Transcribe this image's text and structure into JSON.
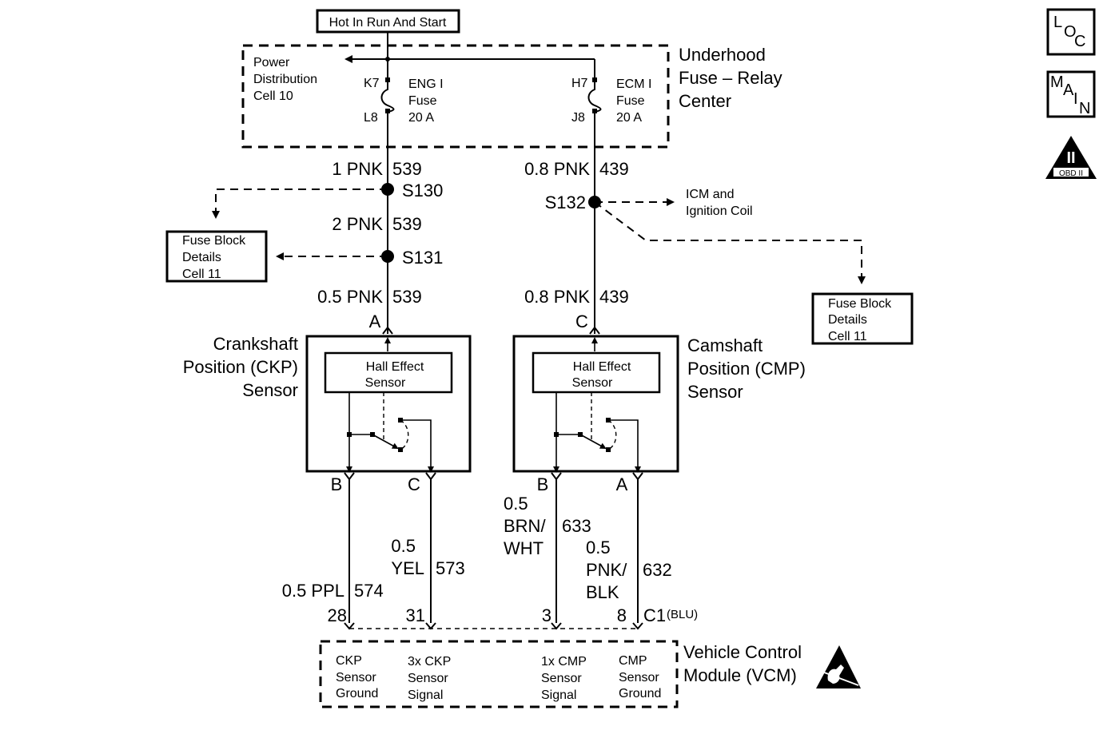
{
  "power_source": {
    "label": "Hot In Run And Start"
  },
  "fuse_relay": {
    "title": [
      "Underhood",
      "Fuse – Relay",
      "Center"
    ],
    "power_distribution": [
      "Power",
      "Distribution",
      "Cell 10"
    ],
    "eng_fuse": {
      "top_pin": "K7",
      "bottom_pin": "L8",
      "lines": [
        "ENG I",
        "Fuse",
        "20 A"
      ]
    },
    "ecm_fuse": {
      "top_pin": "H7",
      "bottom_pin": "J8",
      "lines": [
        "ECM I",
        "Fuse",
        "20 A"
      ]
    }
  },
  "icons": {
    "loc": [
      "L",
      "O",
      "C"
    ],
    "main": [
      "M",
      "A",
      "I",
      "N"
    ],
    "obd": {
      "numeral": "II",
      "label": "OBD II"
    },
    "esd": "esd-warning-icon"
  },
  "left_circuit": {
    "wire1": {
      "gauge": "1 PNK",
      "circuit": "539"
    },
    "splice1": "S130",
    "wire2": {
      "gauge": "2 PNK",
      "circuit": "539"
    },
    "splice2": "S131",
    "wire3": {
      "gauge": "0.5 PNK",
      "circuit": "539"
    },
    "fuse_block": [
      "Fuse Block",
      "Details",
      "Cell 11"
    ]
  },
  "right_circuit": {
    "wire1": {
      "gauge": "0.8 PNK",
      "circuit": "439"
    },
    "splice": "S132",
    "icm_note": [
      "ICM and",
      "Ignition Coil"
    ],
    "wire2": {
      "gauge": "0.8 PNK",
      "circuit": "439"
    },
    "fuse_block": [
      "Fuse Block",
      "Details",
      "Cell 11"
    ]
  },
  "ckp_sensor": {
    "title": [
      "Crankshaft",
      "Position (CKP)",
      "Sensor"
    ],
    "inner": [
      "Hall Effect",
      "Sensor"
    ],
    "pin_in": "A",
    "pin_out_left": "B",
    "pin_out_right": "C"
  },
  "cmp_sensor": {
    "title": [
      "Camshaft",
      "Position (CMP)",
      "Sensor"
    ],
    "inner": [
      "Hall Effect",
      "Sensor"
    ],
    "pin_in": "C",
    "pin_out_left": "B",
    "pin_out_right": "A"
  },
  "output_wires": {
    "ckp_ground": {
      "gauge": "0.5 PPL",
      "circuit": "574",
      "pin": "28"
    },
    "ckp_signal": {
      "gauge": [
        "0.5",
        "YEL"
      ],
      "circuit": "573",
      "pin": "31"
    },
    "cmp_signal": {
      "gauge": [
        "0.5",
        "BRN/",
        "WHT"
      ],
      "circuit": "633",
      "pin": "3"
    },
    "cmp_ground": {
      "gauge": [
        "0.5",
        "PNK/",
        "BLK"
      ],
      "circuit": "632",
      "pin": "8"
    },
    "connector": {
      "name": "C1",
      "color": "(BLU)"
    }
  },
  "vcm": {
    "title": [
      "Vehicle Control",
      "Module (VCM)"
    ],
    "labels": [
      [
        "CKP",
        "Sensor",
        "Ground"
      ],
      [
        "3x CKP",
        "Sensor",
        "Signal"
      ],
      [
        "1x CMP",
        "Sensor",
        "Signal"
      ],
      [
        "CMP",
        "Sensor",
        "Ground"
      ]
    ]
  }
}
